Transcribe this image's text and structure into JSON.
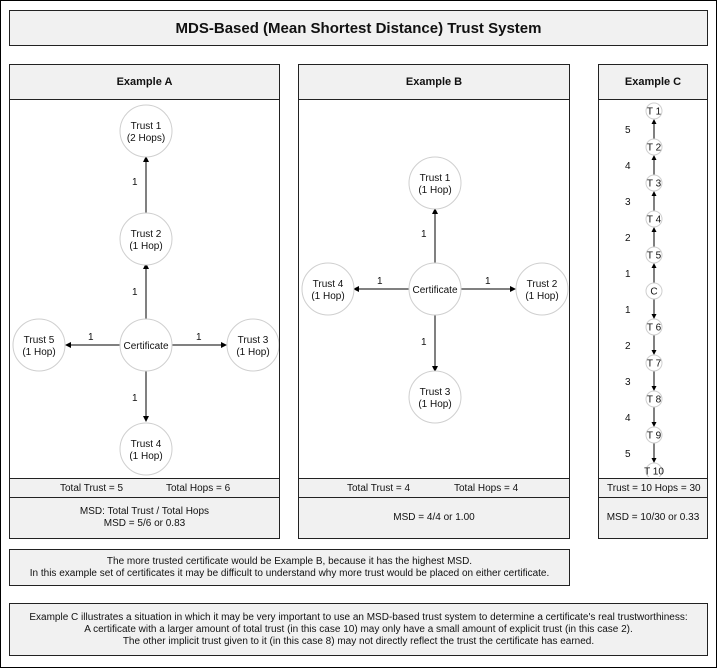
{
  "title": "MDS-Based (Mean Shortest Distance) Trust System",
  "example_a": {
    "header": "Example A",
    "nodes": {
      "center": "Certificate",
      "t1": [
        "Trust 1",
        "(2 Hops)"
      ],
      "t2": [
        "Trust 2",
        "(1 Hop)"
      ],
      "t3": [
        "Trust 3",
        "(1 Hop)"
      ],
      "t4": [
        "Trust 4",
        "(1 Hop)"
      ],
      "t5": [
        "Trust 5",
        "(1 Hop)"
      ]
    },
    "weights": [
      "1",
      "1",
      "1",
      "1",
      "1"
    ],
    "total_trust": "Total Trust = 5",
    "total_hops": "Total Hops = 6",
    "msd_line1": "MSD: Total Trust / Total Hops",
    "msd_line2": "MSD = 5/6 or 0.83"
  },
  "example_b": {
    "header": "Example B",
    "nodes": {
      "center": "Certificate",
      "t1": [
        "Trust 1",
        "(1 Hop)"
      ],
      "t2": [
        "Trust 2",
        "(1 Hop)"
      ],
      "t3": [
        "Trust 3",
        "(1 Hop)"
      ],
      "t4": [
        "Trust 4",
        "(1 Hop)"
      ]
    },
    "weights": [
      "1",
      "1",
      "1",
      "1"
    ],
    "total_trust": "Total Trust = 4",
    "total_hops": "Total Hops = 4",
    "msd": "MSD = 4/4 or 1.00"
  },
  "example_c": {
    "header": "Example C",
    "chain": [
      "T 1",
      "T 2",
      "T 3",
      "T 4",
      "T 5",
      "C",
      "T 6",
      "T 7",
      "T 8",
      "T 9",
      "T 10"
    ],
    "weights_up": [
      "5",
      "4",
      "3",
      "2",
      "1"
    ],
    "weights_down": [
      "1",
      "2",
      "3",
      "4",
      "5"
    ],
    "stat": "Trust = 10 Hops = 30",
    "msd": "MSD = 10/30 or 0.33"
  },
  "note1": {
    "line1": "The more trusted certificate would be Example B, because it has the highest MSD.",
    "line2": "In this example set of certificates it may be difficult to understand why more trust would be placed on either certificate."
  },
  "note2": {
    "line1": "Example C illustrates a situation in which it may be very important to use an MSD-based trust system to determine a certificate's real trustworthiness:",
    "line2": "A certificate with a larger amount of total trust (in this case 10) may only have a small amount of explicit trust (in this case 2).",
    "line3": "The other implicit trust given to it (in this case 8) may not directly reflect the trust the certificate has earned."
  }
}
